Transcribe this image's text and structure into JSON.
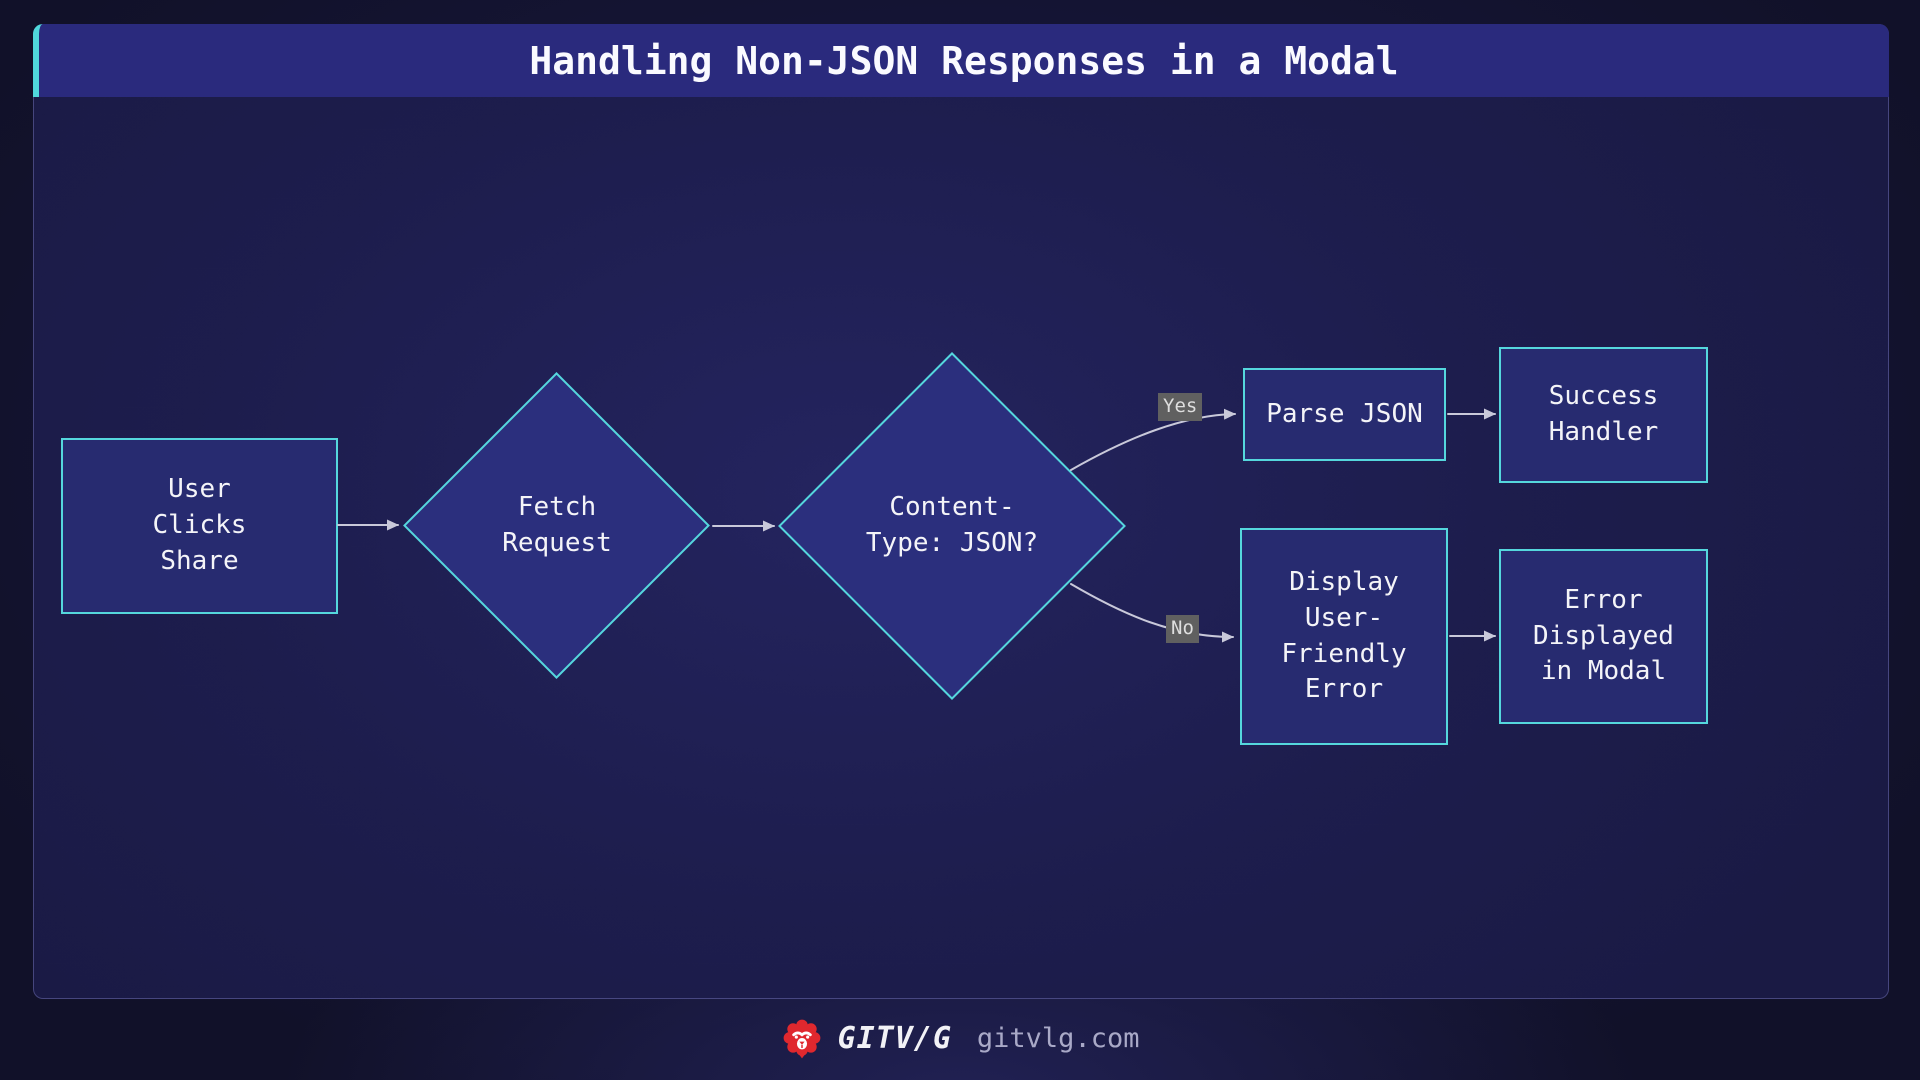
{
  "header": {
    "title": "Handling Non-JSON Responses in a Modal"
  },
  "flowchart": {
    "nodes": [
      {
        "id": "user-clicks-share",
        "type": "rect",
        "label": "User\nClicks\nShare"
      },
      {
        "id": "fetch-request",
        "type": "diamond",
        "label": "Fetch\nRequest"
      },
      {
        "id": "content-type-json",
        "type": "diamond",
        "label": "Content-\nType: JSON?"
      },
      {
        "id": "parse-json",
        "type": "rect",
        "label": "Parse JSON"
      },
      {
        "id": "success-handler",
        "type": "rect",
        "label": "Success\nHandler"
      },
      {
        "id": "display-error",
        "type": "rect",
        "label": "Display\nUser-\nFriendly\nError"
      },
      {
        "id": "error-in-modal",
        "type": "rect",
        "label": "Error\nDisplayed\nin Modal"
      }
    ],
    "edges": [
      {
        "from": "user-clicks-share",
        "to": "fetch-request",
        "label": ""
      },
      {
        "from": "fetch-request",
        "to": "content-type-json",
        "label": ""
      },
      {
        "from": "content-type-json",
        "to": "parse-json",
        "label": "Yes"
      },
      {
        "from": "content-type-json",
        "to": "display-error",
        "label": "No"
      },
      {
        "from": "parse-json",
        "to": "success-handler",
        "label": ""
      },
      {
        "from": "display-error",
        "to": "error-in-modal",
        "label": ""
      }
    ],
    "edge_labels": {
      "yes": "Yes",
      "no": "No"
    }
  },
  "footer": {
    "logo_icon": "lion-logo",
    "brand": "GITV/G",
    "site": "gitvlg.com"
  },
  "colors": {
    "accent_cyan": "#55d7dd",
    "header_bg": "#2a2a7d",
    "panel_bg": "#1d1d4d",
    "page_bg": "#111129",
    "node_fill": "#272b70",
    "diamond_fill": "#2b2f7d",
    "arrow": "#c9c9da",
    "chip_bg": "#606060",
    "brand_red": "#e0282e",
    "node_text": "#f4f4f8",
    "site_text": "#a9a9c7"
  }
}
